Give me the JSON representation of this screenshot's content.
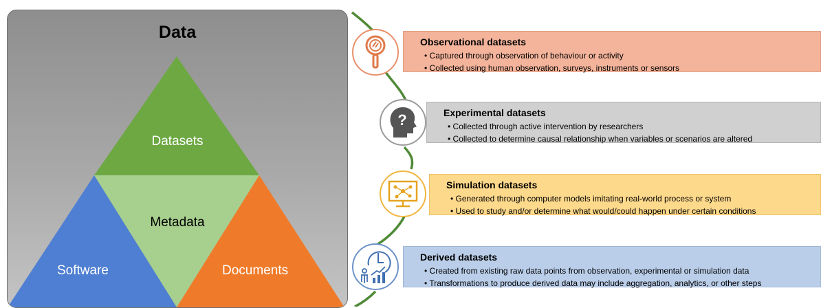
{
  "left_panel": {
    "title": "Data",
    "triangles": {
      "top": "Datasets",
      "middle": "Metadata",
      "left": "Software",
      "right": "Documents"
    }
  },
  "dataset_types": [
    {
      "title": "Observational datasets",
      "icon": "magnifier-icon",
      "color": "#f3b39a",
      "bullets": [
        "• Captured through observation of behaviour or activity",
        "• Collected using human observation, surveys, instruments or sensors"
      ]
    },
    {
      "title": "Experimental datasets",
      "icon": "head-question-icon",
      "color": "#cfcfcf",
      "bullets": [
        "• Collected through active intervention by researchers",
        "• Collected to determine causal relationship when variables or scenarios are altered"
      ]
    },
    {
      "title": "Simulation datasets",
      "icon": "monitor-network-icon",
      "color": "#fcd98a",
      "bullets": [
        "• Generated through computer models imitating real-world process or system",
        "• Used to study and/or determine what would/could happen under certain conditions"
      ]
    },
    {
      "title": "Derived datasets",
      "icon": "clock-chart-icon",
      "color": "#b9cde8",
      "bullets": [
        "• Created from existing raw data points from observation, experimental or simulation data",
        "• Transformations to produce derived data may include aggregation, analytics, or other steps"
      ]
    }
  ]
}
